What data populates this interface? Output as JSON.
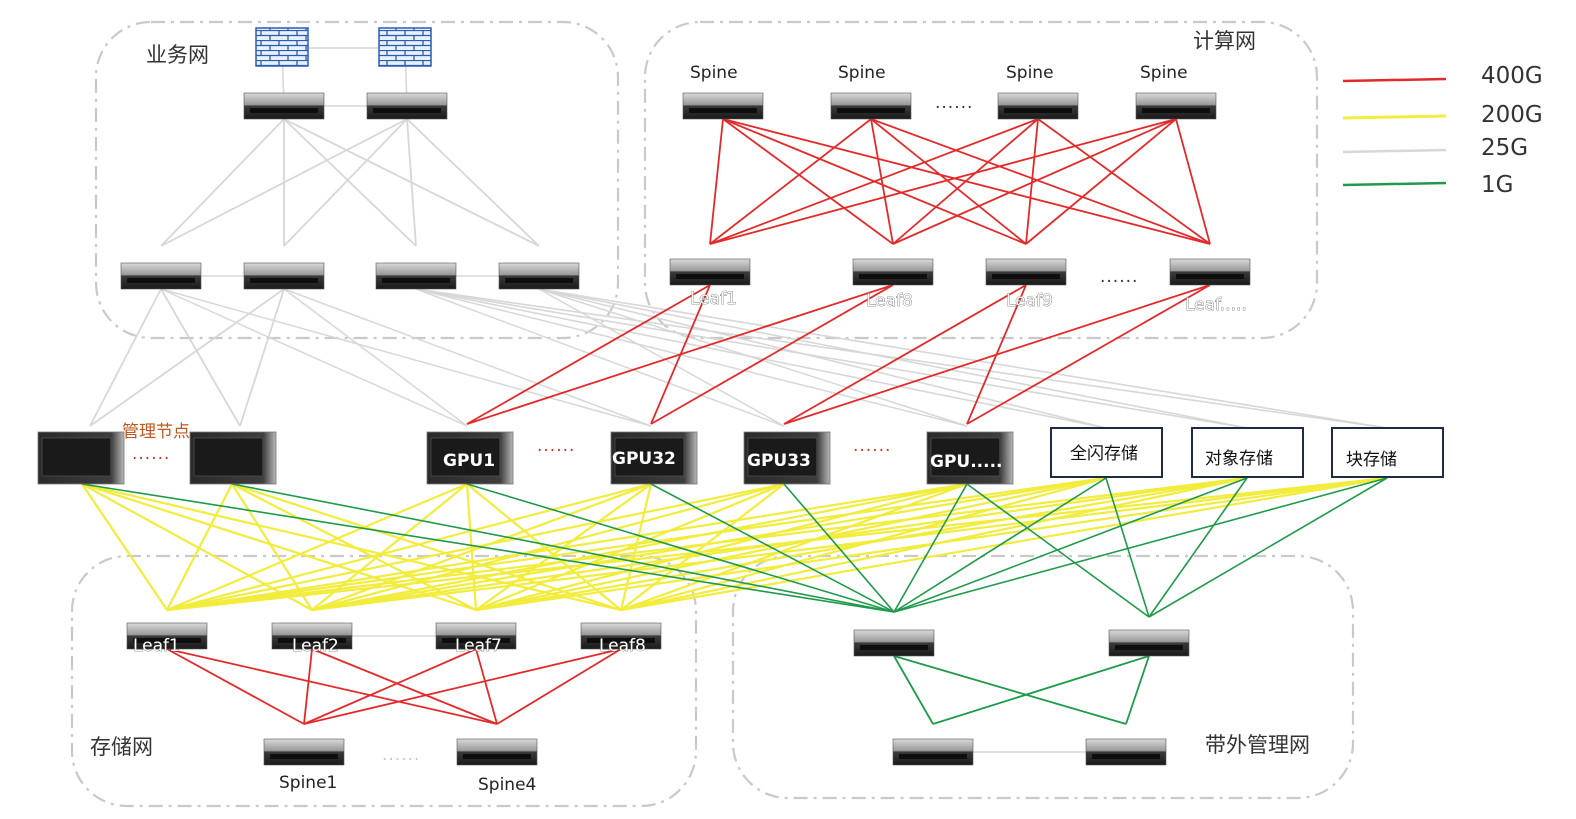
{
  "zones": {
    "business": "业务网",
    "compute": "计算网",
    "storage": "存储网",
    "oob": "带外管理网"
  },
  "legend": [
    {
      "label": "400G",
      "color": "#e32a2a"
    },
    {
      "label": "200G",
      "color": "#f2ec3c"
    },
    {
      "label": "25G",
      "color": "#d7d7d7"
    },
    {
      "label": "1G",
      "color": "#1f9a4a"
    }
  ],
  "compute": {
    "spines": [
      "Spine",
      "Spine",
      "Spine",
      "Spine"
    ],
    "spine_ellipsis": "......",
    "leaves": [
      "Leaf1",
      "Leaf8",
      "Leaf9",
      "Leaf....."
    ],
    "leaf_ellipsis": "......"
  },
  "nodes": {
    "mgmt_label": "管理节点",
    "mgmt_ellipsis": "......",
    "gpus": [
      "GPU1",
      "GPU32",
      "GPU33",
      "GPU....."
    ],
    "gpu_ellipsis": "......",
    "storage": [
      "全闪存储",
      "对象存储",
      "块存储"
    ]
  },
  "storage_net": {
    "leaves": [
      "Leaf1",
      "Leaf2",
      "Leaf7",
      "Leaf8"
    ],
    "leaf_ellipsis": "------",
    "spines": [
      "Spine1",
      "Spine4"
    ],
    "spine_ellipsis": "......"
  },
  "colors": {
    "link_400g": "#e32a2a",
    "link_200g": "#f2ec3c",
    "link_25g": "#d7d7d7",
    "link_1g": "#1f9a4a",
    "storage_border": "#1f2a44"
  },
  "icons": {
    "firewall": "firewall-icon",
    "switch": "switch-icon",
    "server": "server-icon"
  }
}
